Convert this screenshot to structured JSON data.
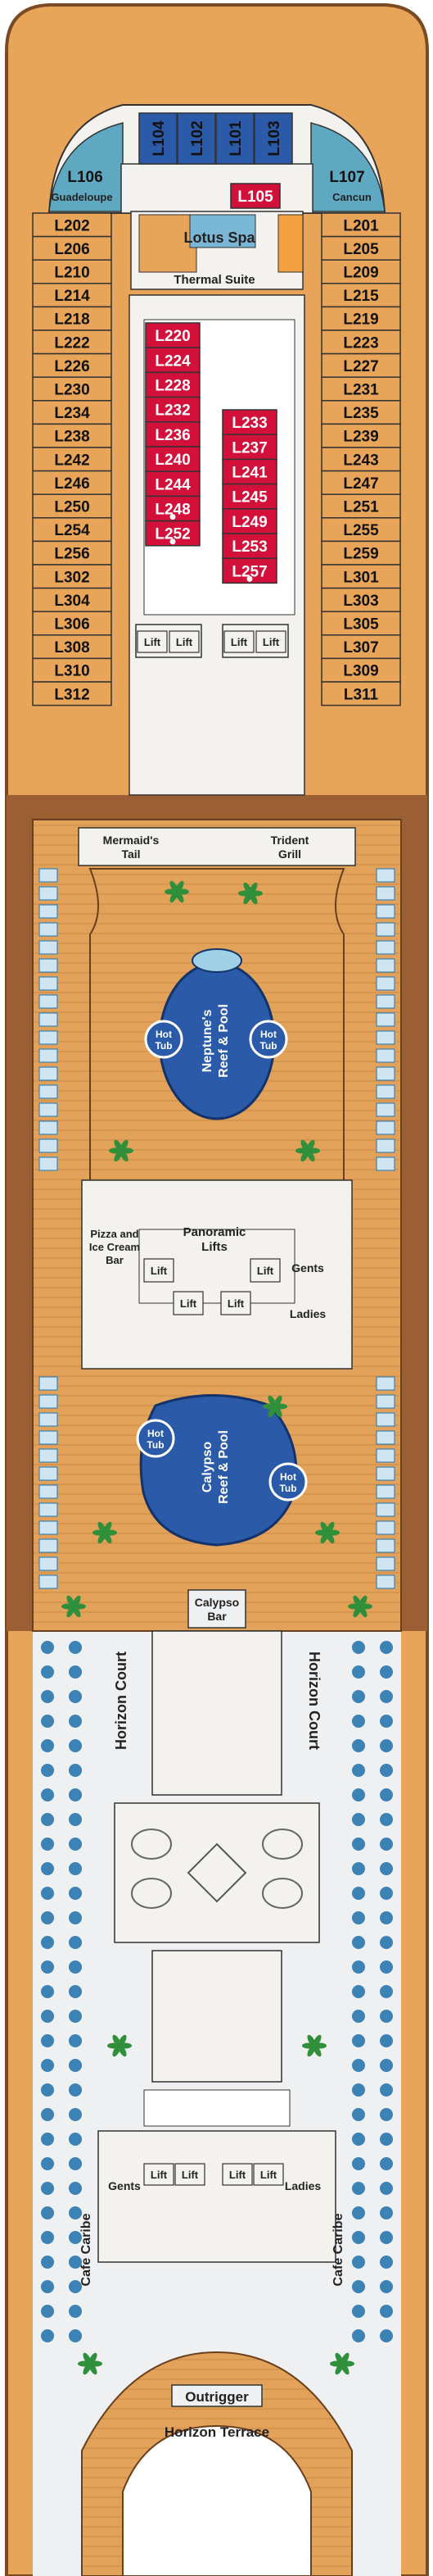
{
  "cabins": {
    "left_outer": [
      "L202",
      "L206",
      "L210",
      "L214",
      "L218",
      "L222",
      "L226",
      "L230",
      "L234",
      "L238",
      "L242",
      "L246",
      "L250",
      "L254",
      "L256",
      "L302",
      "L304",
      "L306",
      "L308",
      "L310",
      "L312"
    ],
    "right_outer": [
      "L201",
      "L205",
      "L209",
      "L215",
      "L219",
      "L223",
      "L227",
      "L231",
      "L235",
      "L239",
      "L243",
      "L247",
      "L251",
      "L255",
      "L259",
      "L301",
      "L303",
      "L305",
      "L307",
      "L309",
      "L311"
    ],
    "inner_left": [
      "L220",
      "L224",
      "L228",
      "L232",
      "L236",
      "L240",
      "L244",
      "L248",
      "L252"
    ],
    "inner_right": [
      "L233",
      "L237",
      "L241",
      "L245",
      "L249",
      "L253",
      "L257"
    ],
    "forward": [
      "L104",
      "L102",
      "L101",
      "L103"
    ],
    "forward_corner": "L105",
    "suite_left": "L106",
    "suite_right": "L107",
    "accessible_cabins": [
      "L248",
      "L252",
      "L257"
    ]
  },
  "suite_names": {
    "left": "Guadeloupe",
    "right": "Cancun"
  },
  "venues": {
    "lotus_spa": "Lotus Spa",
    "thermal_suite": "Thermal Suite",
    "mermaids_tail": [
      "Mermaid's",
      "Tail"
    ],
    "trident_grill": [
      "Trident",
      "Grill"
    ],
    "neptunes_pool": [
      "Neptune's",
      "Reef & Pool"
    ],
    "calypso_pool": [
      "Calypso",
      "Reef & Pool"
    ],
    "hot_tub": [
      "Hot",
      "Tub"
    ],
    "pizza_bar": [
      "Pizza and",
      "Ice Cream",
      "Bar"
    ],
    "panoramic_lifts": [
      "Panoramic",
      "Lifts"
    ],
    "calypso_bar": [
      "Calypso",
      "Bar"
    ],
    "horizon_court": "Horizon Court",
    "cafe_caribe": "Cafe Caribe",
    "outrigger": "Outrigger",
    "horizon_terrace": "Horizon Terrace"
  },
  "facilities": {
    "lift": "Lift",
    "gents": "Gents",
    "ladies": "Ladies"
  },
  "colors": {
    "cabin_tan": "#e8a458",
    "cabin_red": "#d2103a",
    "cabin_blue": "#2b5aa8",
    "deck_wood": "#e3a25a",
    "hull_brown": "#9a5f33",
    "pool_blue": "#2b5aa8",
    "water_light": "#9fd0e6",
    "seating_blue": "#3d82b4",
    "floor_light": "#f3f2ee",
    "palm_green": "#2f8f3a"
  }
}
